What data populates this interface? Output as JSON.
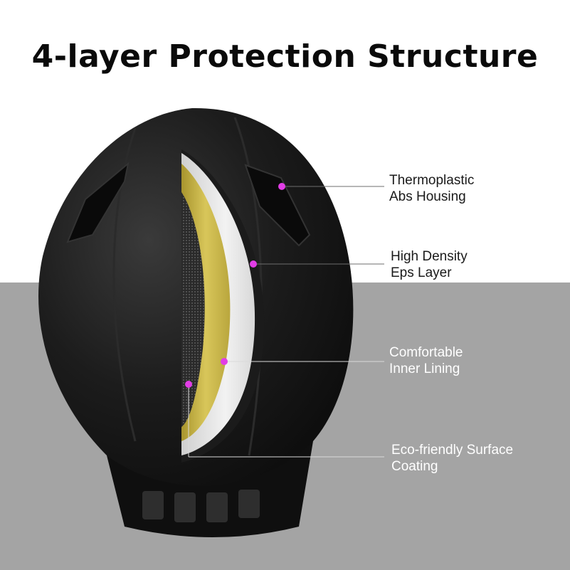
{
  "title": "4-layer Protection Structure",
  "colors": {
    "top_background": "#ffffff",
    "bottom_background": "#a4a4a4",
    "helmet": "#151515",
    "marker": "#e23de6",
    "foam": "#e6e6e6",
    "lining": "#c9b545"
  },
  "callouts": [
    {
      "line1": "Thermoplastic",
      "line2": "Abs Housing"
    },
    {
      "line1": "High Density",
      "line2": "Eps Layer"
    },
    {
      "line1": "Comfortable",
      "line2": "Inner Lining"
    },
    {
      "line1": "Eco-friendly Surface",
      "line2": "Coating"
    }
  ]
}
